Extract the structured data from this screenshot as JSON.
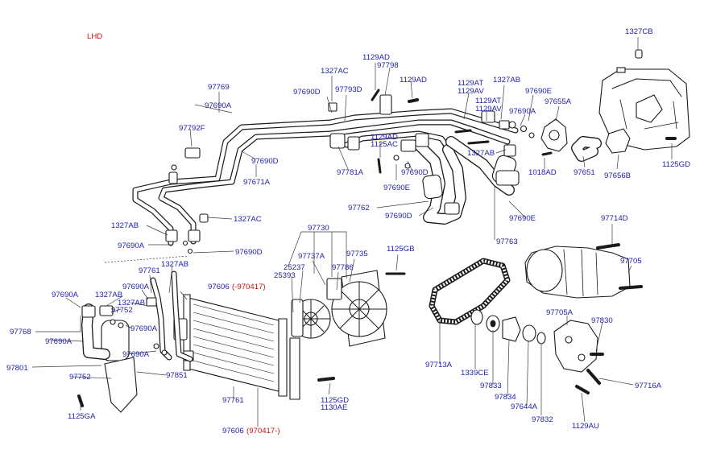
{
  "title": "LHD",
  "parts": [
    {
      "id": "p1327CB",
      "text": "1327CB"
    },
    {
      "id": "p1129AD_a",
      "text": "1129AD"
    },
    {
      "id": "p97798",
      "text": "97798"
    },
    {
      "id": "p1327AC_a",
      "text": "1327AC"
    },
    {
      "id": "p1129AD_b",
      "text": "1129AD"
    },
    {
      "id": "p97769",
      "text": "97769"
    },
    {
      "id": "p97690D_a",
      "text": "97690D"
    },
    {
      "id": "p97793D",
      "text": "97793D"
    },
    {
      "id": "p1129AT_a",
      "text": "1129AT"
    },
    {
      "id": "p1129AV_a",
      "text": "1129AV"
    },
    {
      "id": "p1327AB_a",
      "text": "1327AB"
    },
    {
      "id": "p97690A_a",
      "text": "97690A"
    },
    {
      "id": "p97690E_a",
      "text": "97690E"
    },
    {
      "id": "p97655A",
      "text": "97655A"
    },
    {
      "id": "p1129AT_b",
      "text": "1129AT"
    },
    {
      "id": "p1129AV_b",
      "text": "1129AV"
    },
    {
      "id": "p97690A_b",
      "text": "97690A"
    },
    {
      "id": "p97792F",
      "text": "97792F"
    },
    {
      "id": "p1129AD_c",
      "text": "1129AD"
    },
    {
      "id": "p1125AC",
      "text": "1125AC"
    },
    {
      "id": "p1327AB_b",
      "text": "1327AB"
    },
    {
      "id": "p1125GD_a",
      "text": "1125GD"
    },
    {
      "id": "p97690D_b",
      "text": "97690D"
    },
    {
      "id": "p97671A",
      "text": "97671A"
    },
    {
      "id": "p97781A",
      "text": "97781A"
    },
    {
      "id": "p97690D_c",
      "text": "97690D"
    },
    {
      "id": "p1018AD",
      "text": "1018AD"
    },
    {
      "id": "p97651",
      "text": "97651"
    },
    {
      "id": "p97656B",
      "text": "97656B"
    },
    {
      "id": "p97690E_b",
      "text": "97690E"
    },
    {
      "id": "p97762",
      "text": "97762"
    },
    {
      "id": "p97690D_d",
      "text": "97690D"
    },
    {
      "id": "p1327AB_c",
      "text": "1327AB"
    },
    {
      "id": "p1327AC_b",
      "text": "1327AC"
    },
    {
      "id": "p97690E_c",
      "text": "97690E"
    },
    {
      "id": "p97714D",
      "text": "97714D"
    },
    {
      "id": "p97730",
      "text": "97730"
    },
    {
      "id": "p97763",
      "text": "97763"
    },
    {
      "id": "p97690A_c",
      "text": "97690A"
    },
    {
      "id": "p97690D_e",
      "text": "97690D"
    },
    {
      "id": "p1125GB",
      "text": "1125GB"
    },
    {
      "id": "p97737A",
      "text": "97737A"
    },
    {
      "id": "p97735",
      "text": "97735"
    },
    {
      "id": "p97705",
      "text": "97705"
    },
    {
      "id": "p1327AB_d",
      "text": "1327AB"
    },
    {
      "id": "p25237",
      "text": "25237"
    },
    {
      "id": "p97786",
      "text": "97786"
    },
    {
      "id": "p97761_a",
      "text": "97761"
    },
    {
      "id": "p25393",
      "text": "25393"
    },
    {
      "id": "p97690A_d",
      "text": "97690A"
    },
    {
      "id": "p97606_a",
      "text": "97606"
    },
    {
      "id": "p97606_a_range",
      "text": "(-970417)"
    },
    {
      "id": "p97690A_e",
      "text": "97690A"
    },
    {
      "id": "p1327AB_e",
      "text": "1327AB"
    },
    {
      "id": "p1327AB_f",
      "text": "1327AB"
    },
    {
      "id": "p97752_a",
      "text": "97752"
    },
    {
      "id": "p97705A",
      "text": "97705A"
    },
    {
      "id": "p97830",
      "text": "97830"
    },
    {
      "id": "p97768",
      "text": "97768"
    },
    {
      "id": "p97690A_f",
      "text": "97690A"
    },
    {
      "id": "p97690A_g",
      "text": "97690A"
    },
    {
      "id": "p97690A_h",
      "text": "97690A"
    },
    {
      "id": "p97801",
      "text": "97801"
    },
    {
      "id": "p97752_b",
      "text": "97752"
    },
    {
      "id": "p97851",
      "text": "97851"
    },
    {
      "id": "p97713A",
      "text": "97713A"
    },
    {
      "id": "p1339CE",
      "text": "1339CE"
    },
    {
      "id": "p97833",
      "text": "97833"
    },
    {
      "id": "p97716A",
      "text": "97716A"
    },
    {
      "id": "p97834",
      "text": "97834"
    },
    {
      "id": "p1125GD_b",
      "text": "1125GD"
    },
    {
      "id": "p1130AE",
      "text": "1130AE"
    },
    {
      "id": "p97761_b",
      "text": "97761"
    },
    {
      "id": "p97644A",
      "text": "97644A"
    },
    {
      "id": "p1125GA",
      "text": "1125GA"
    },
    {
      "id": "p97832",
      "text": "97832"
    },
    {
      "id": "p1129AU",
      "text": "1129AU"
    },
    {
      "id": "p97606_b",
      "text": "97606"
    },
    {
      "id": "p97606_b_range",
      "text": "(970417-)"
    }
  ]
}
